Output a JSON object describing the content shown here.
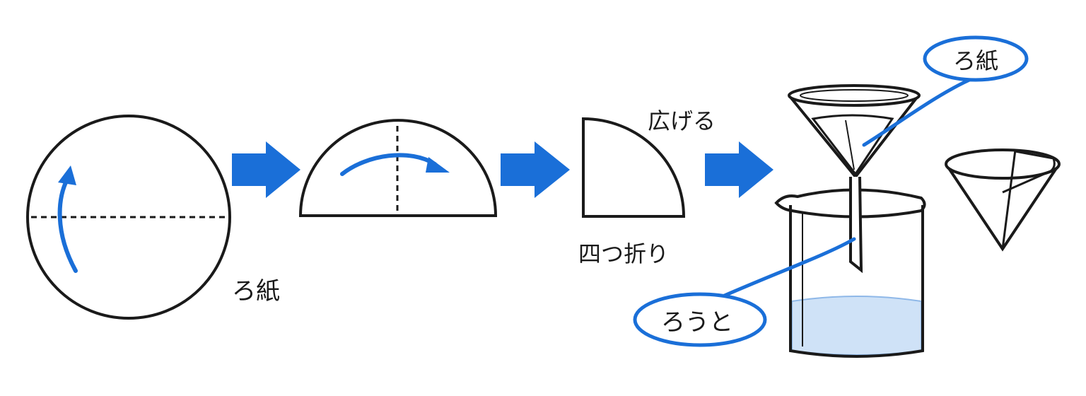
{
  "labels": {
    "filter_paper": "ろ紙",
    "quarter_fold": "四つ折り",
    "unfold": "広げる",
    "filter_paper_callout": "ろ紙",
    "funnel_callout": "ろうと"
  },
  "colors": {
    "ink": "#1a1a1a",
    "accent_blue": "#1a6fd8",
    "water": "#cfe2f7",
    "water_edge": "#8fb8e8"
  },
  "icons": [
    "right-arrow-icon",
    "curved-arrow-icon",
    "funnel-icon",
    "beaker-icon"
  ]
}
